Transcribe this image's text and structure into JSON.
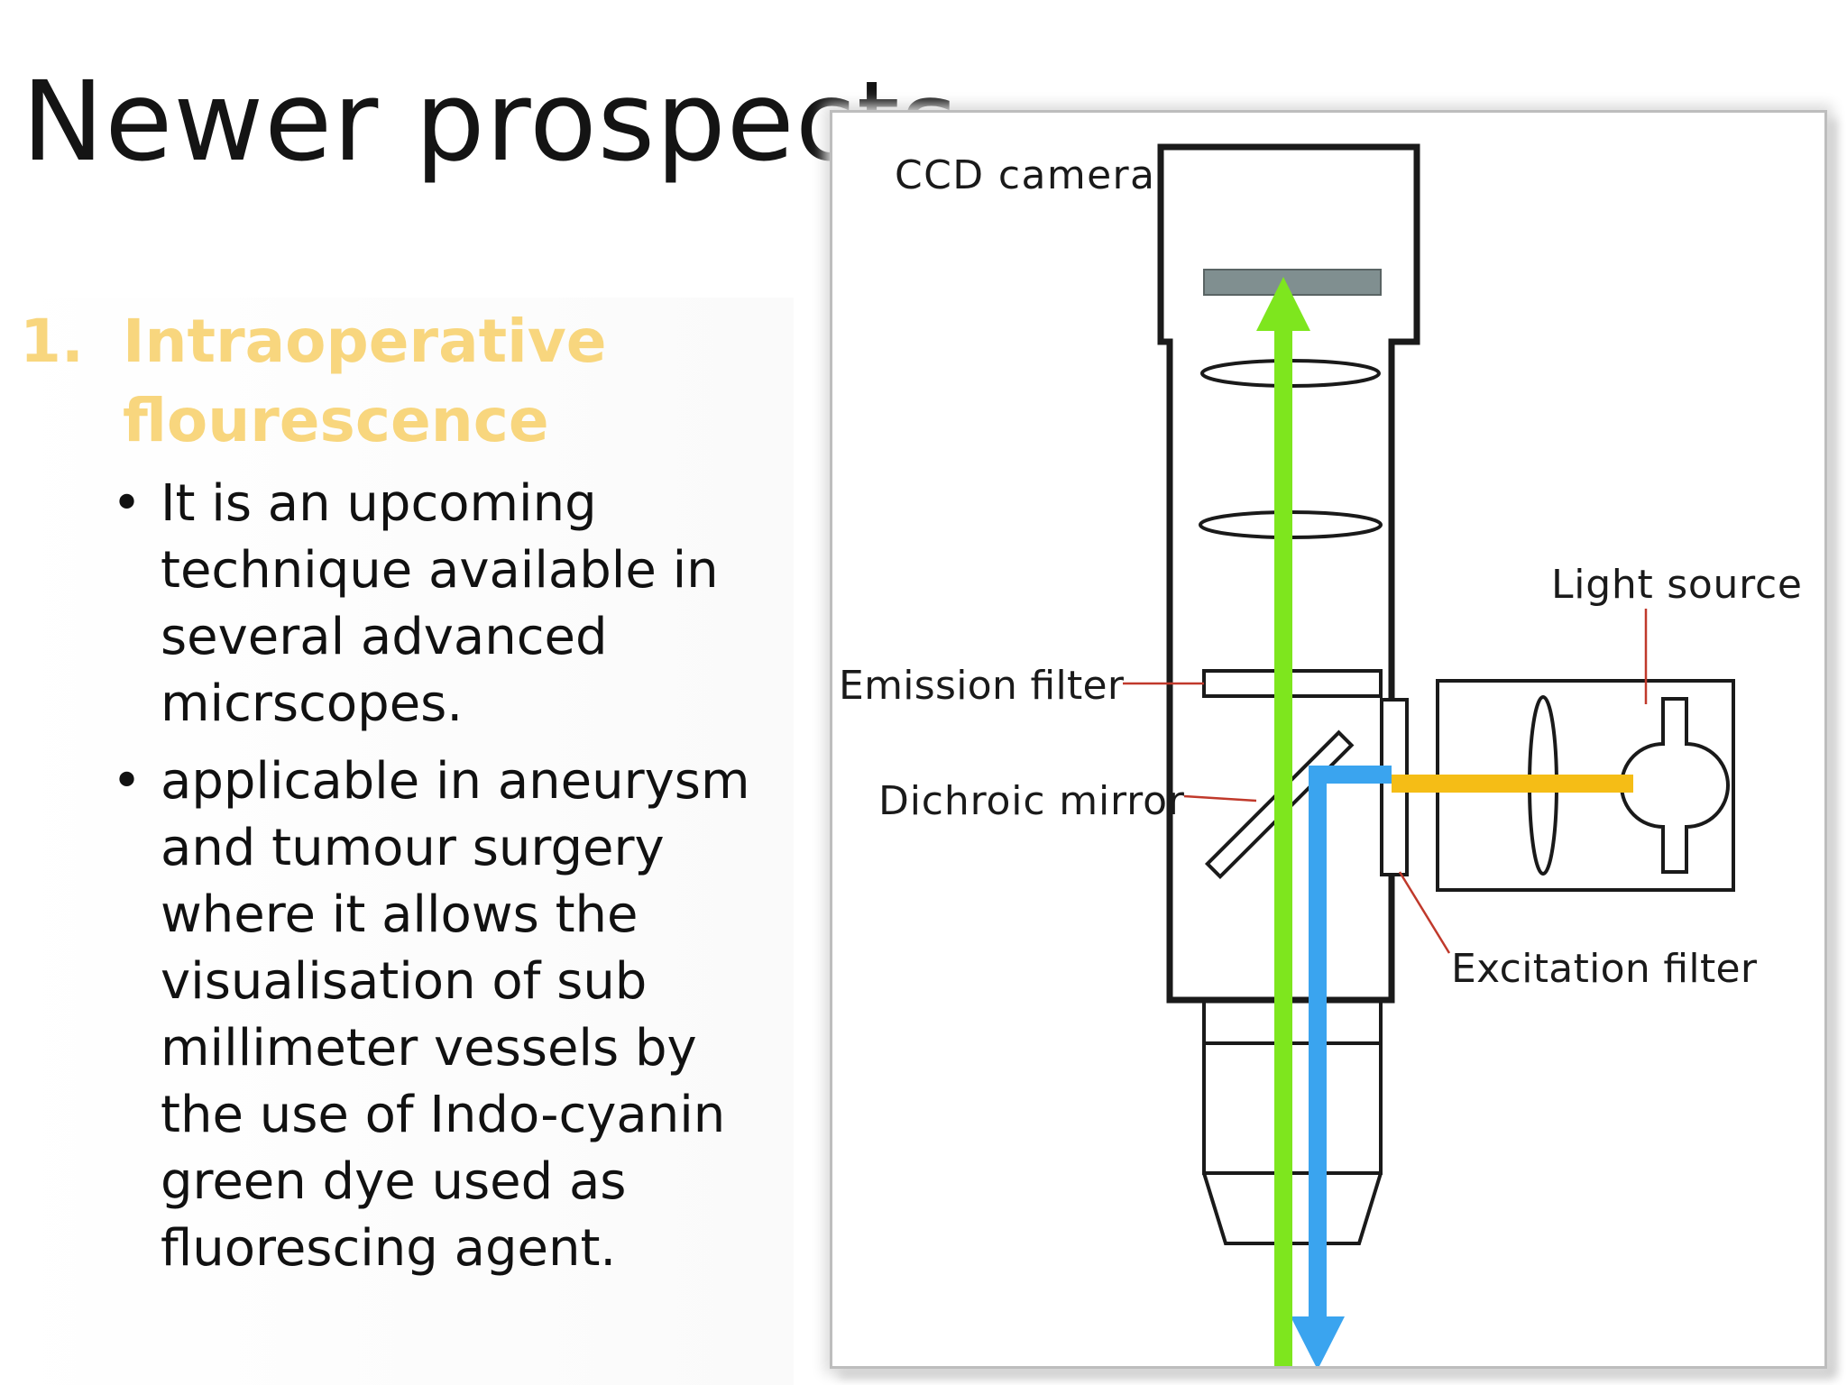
{
  "slide": {
    "title": "Newer prospects",
    "heading_number": "1.",
    "heading_text": "Intraoperative flourescence",
    "bullets": [
      "It is an upcoming technique available in several advanced micrscopes.",
      "applicable in aneurysm and tumour surgery where it allows the visualisation of sub millimeter vessels by the use of Indo-cyanin green dye used as fluorescing agent."
    ]
  },
  "diagram": {
    "labels": {
      "ccd_camera": "CCD camera",
      "light_source": "Light source",
      "emission_filter": "Emission filter",
      "dichroic_mirror": "Dichroic mirror",
      "excitation_filter": "Excitation filter"
    },
    "colors": {
      "emission_beam": "#7ee61e",
      "excitation_beam_in": "#f5bd16",
      "excitation_beam_out": "#3aa4ef",
      "leader_line": "#c0392b",
      "sensor": "#808f90",
      "outline": "#1a1a1a"
    }
  }
}
